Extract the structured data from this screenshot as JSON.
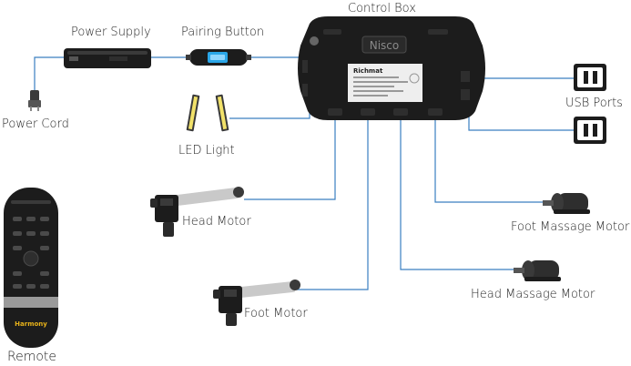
{
  "labels": {
    "control_box": "Control Box",
    "power_supply": "Power Supply",
    "pairing_button": "Pairing Button",
    "power_cord": "Power Cord",
    "led_light": "LED Light",
    "usb_ports": "USB Ports",
    "head_motor": "Head Motor",
    "foot_motor": "Foot Motor",
    "foot_massage_motor": "Foot Massage Motor",
    "head_massage_motor": "Head Massage Motor",
    "remote": "Remote"
  },
  "control_box": {
    "brand_logo": "Nisco",
    "sticker_brand": "Richmat"
  },
  "remote": {
    "brand_logo": "Harmony"
  },
  "colors": {
    "wire": "#3a7fc1",
    "device_dark": "#1c1c1c",
    "device_mid": "#3a3a3a",
    "pairing_led": "#2aa6e8",
    "motor_rod": "#c9c9c9",
    "led_strip": "#f2e26a",
    "remote_band": "#9a9a9a",
    "remote_logo": "#e8b21a"
  }
}
